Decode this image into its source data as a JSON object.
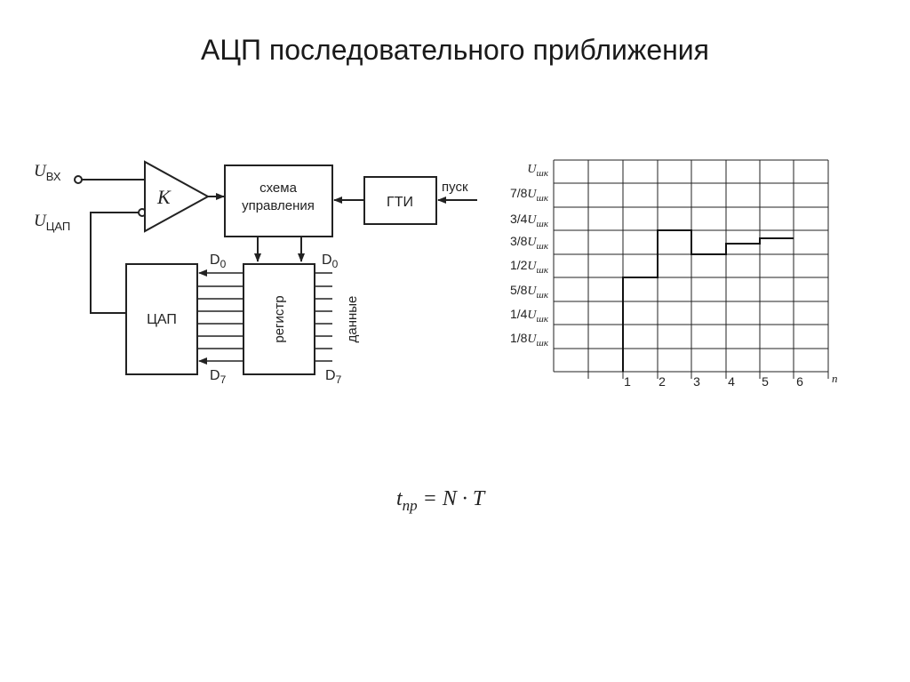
{
  "title": "АЦП последовательного приближения",
  "circuit": {
    "u_in": {
      "main": "U",
      "sub": "ВХ"
    },
    "u_dac": {
      "main": "U",
      "sub": "ЦАП"
    },
    "comparator": "K",
    "control_block": [
      "схема",
      "управления"
    ],
    "gti_block": "ГТИ",
    "start_label": "пуск",
    "dac_block": "ЦАП",
    "register_block": "регистр",
    "data_label": "данные",
    "d0": {
      "main": "D",
      "sub": "0"
    },
    "d7": {
      "main": "D",
      "sub": "7"
    }
  },
  "graph": {
    "y_labels": [
      {
        "pre": "",
        "sub": "шк"
      },
      {
        "pre": "7/8",
        "sub": "шк"
      },
      {
        "pre": "3/4",
        "sub": "шк"
      },
      {
        "pre": "3/8",
        "sub": "шк"
      },
      {
        "pre": "1/2",
        "sub": "шк"
      },
      {
        "pre": "5/8",
        "sub": "шк"
      },
      {
        "pre": "1/4",
        "sub": "шк"
      },
      {
        "pre": "1/8",
        "sub": "шк"
      }
    ],
    "x_labels": [
      "1",
      "2",
      "3",
      "4",
      "5",
      "6"
    ],
    "x_axis_label": "n"
  },
  "formula": {
    "t": "t",
    "sub": "пр",
    "rhs": "= N · T"
  }
}
